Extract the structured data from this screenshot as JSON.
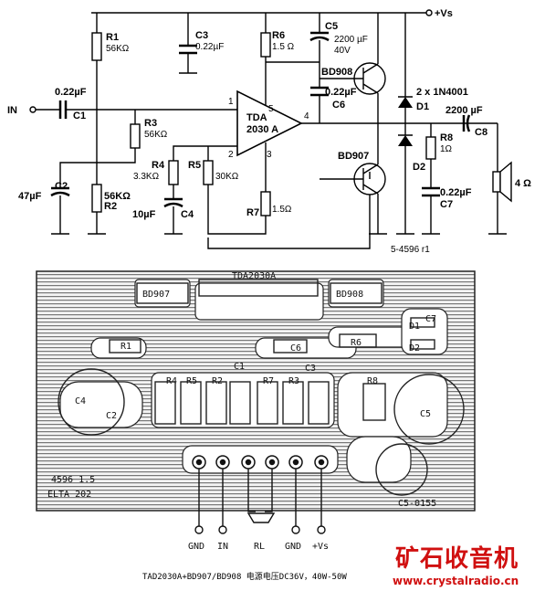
{
  "schematic": {
    "labels": {
      "vs": "+Vs",
      "in": "IN",
      "ic_line1": "TDA",
      "ic_line2": "2030 A",
      "pin1": "1",
      "pin2": "2",
      "pin3": "3",
      "pin4": "4",
      "pin5": "5",
      "r1": "R1",
      "r1_val": "56KΩ",
      "r2": "R2",
      "r2_val": "56KΩ",
      "r3": "R3",
      "r3_val": "56KΩ",
      "r4": "R4",
      "r4_val": "3.3KΩ",
      "r5": "R5",
      "r5_val": "30KΩ",
      "r6": "R6",
      "r6_val": "1.5 Ω",
      "r7": "R7",
      "r7_val": "1.5Ω",
      "r8": "R8",
      "r8_val": "1Ω",
      "c1": "C1",
      "c1_val": "0.22µF",
      "c2": "C2",
      "c2_val": "47µF",
      "c3": "C3",
      "c3_val": "0.22µF",
      "c4": "C4",
      "c4_val": "10µF",
      "c5": "C5",
      "c5_val": "2200 µF",
      "c5_volt": "40V",
      "c6": "C6",
      "c6_val": "0.22µF",
      "c7": "C7",
      "c7_val": "0.22µF",
      "c8": "C8",
      "c8_val": "2200 µF",
      "q1": "BD908",
      "q2": "BD907",
      "d1": "D1",
      "d2": "D2",
      "diodes": "2 x 1N4001",
      "speaker": "4 Ω",
      "fig_code": "5-4596 r1"
    }
  },
  "pcb": {
    "labels": {
      "ic": "TDA2030A",
      "q2": "BD907",
      "q1": "BD908",
      "r1": "R1",
      "r2": "R2",
      "r3": "R3",
      "r4": "R4",
      "r5": "R5",
      "r6": "R6",
      "r7": "R7",
      "r8": "R8",
      "c1": "C1",
      "c2": "C2",
      "c3": "C3",
      "c4": "C4",
      "c5": "C5",
      "c6": "C6",
      "c7": "C7",
      "d1": "D1",
      "d2": "D2",
      "code_a": "4596 1.5",
      "code_b": "ELTA 202",
      "code_c": "C5-0155"
    },
    "terminals": {
      "gnd1": "GND",
      "in": "IN",
      "rl": "RL",
      "gnd2": "GND",
      "vs": "+Vs"
    }
  },
  "caption": "TAD2030A+BD907/BD908    电源电压DC36V，40W-50W",
  "logo": "矿石收音机",
  "site": "www.crystalradio.cn"
}
